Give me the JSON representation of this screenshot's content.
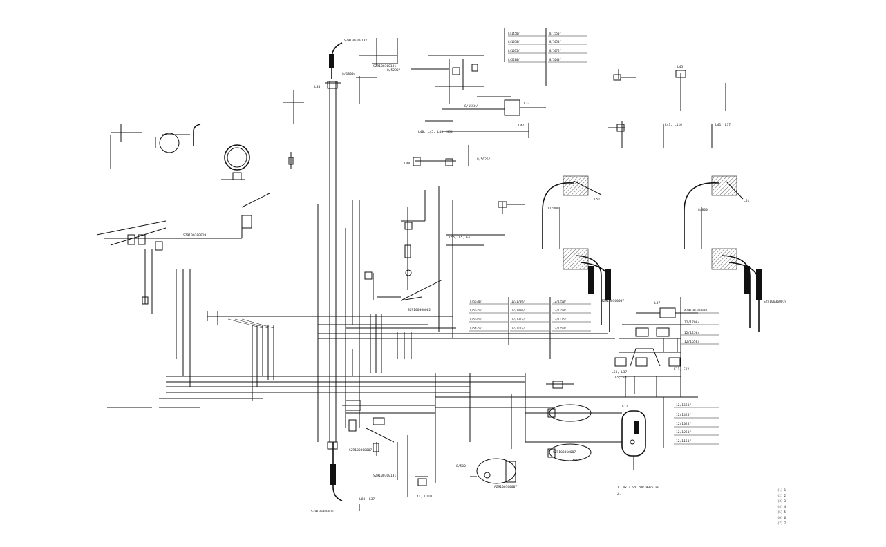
{
  "parts": {
    "p1": "SZ9100380019",
    "p2": "SZ9100360019",
    "p3": "SZ9100360132",
    "p4": "SZ9100360007",
    "p5": "AZ9100360007",
    "p6": "AZ9100360008",
    "p7": "SZ9100360002",
    "p8": "SZ9100360131",
    "p9": "SZ9100360011",
    "p10": "SZ9100360007"
  },
  "codes": {
    "c1": "12/1650/",
    "c2": "12/1150/",
    "c3": "12/1400/",
    "c4": "12/1425/",
    "c5": "12/1025/",
    "c6": "12/1250/",
    "c7": "12/1325/",
    "c8": "12/1175/",
    "c9": "12/1700/",
    "c10": "8/5475/",
    "c11": "8/5525/",
    "c12": "8/5570/",
    "c13": "8/5545/",
    "c14": "8/5625/",
    "c15": "8/5040/",
    "c16": "8/5550/",
    "c17": "8/1800/",
    "c18": "8/1450/",
    "c19": "8/5280/",
    "c20": "8/1075/",
    "c21": "8/1050/",
    "c22": "8/1550/"
  },
  "tags": {
    "t1": "L40, L45, L44, K34",
    "t2": "L41, L110",
    "t3": "L41, L37",
    "t4": "L53, L37",
    "t5": "L55, F5, F6",
    "t6": "L80, L37",
    "t7": "L53, F6, F6",
    "t8": "L41, L110",
    "t9": "F5, F6",
    "t10": "F11, F12",
    "t11": "L34",
    "t12": "L41",
    "t13": "L40",
    "t14": "L39",
    "t15": "L45",
    "t16": "L47",
    "t17": "L37",
    "t18": "L55",
    "t19": "L51",
    "t20": "F12",
    "t21": "40L",
    "t22": "8/800",
    "t23": "8/500",
    "t24": "12/800"
  },
  "notes": {
    "n1": "1. Nx x SY ZOR 9925 80.",
    "n2": "2.",
    "n3": "(1) 1",
    "n4": "(2) 2",
    "n5": "(3) 3",
    "n6": "(4) 4",
    "n7": "(5) 5",
    "n8": "(6) 6",
    "n9": "(7) 7"
  }
}
